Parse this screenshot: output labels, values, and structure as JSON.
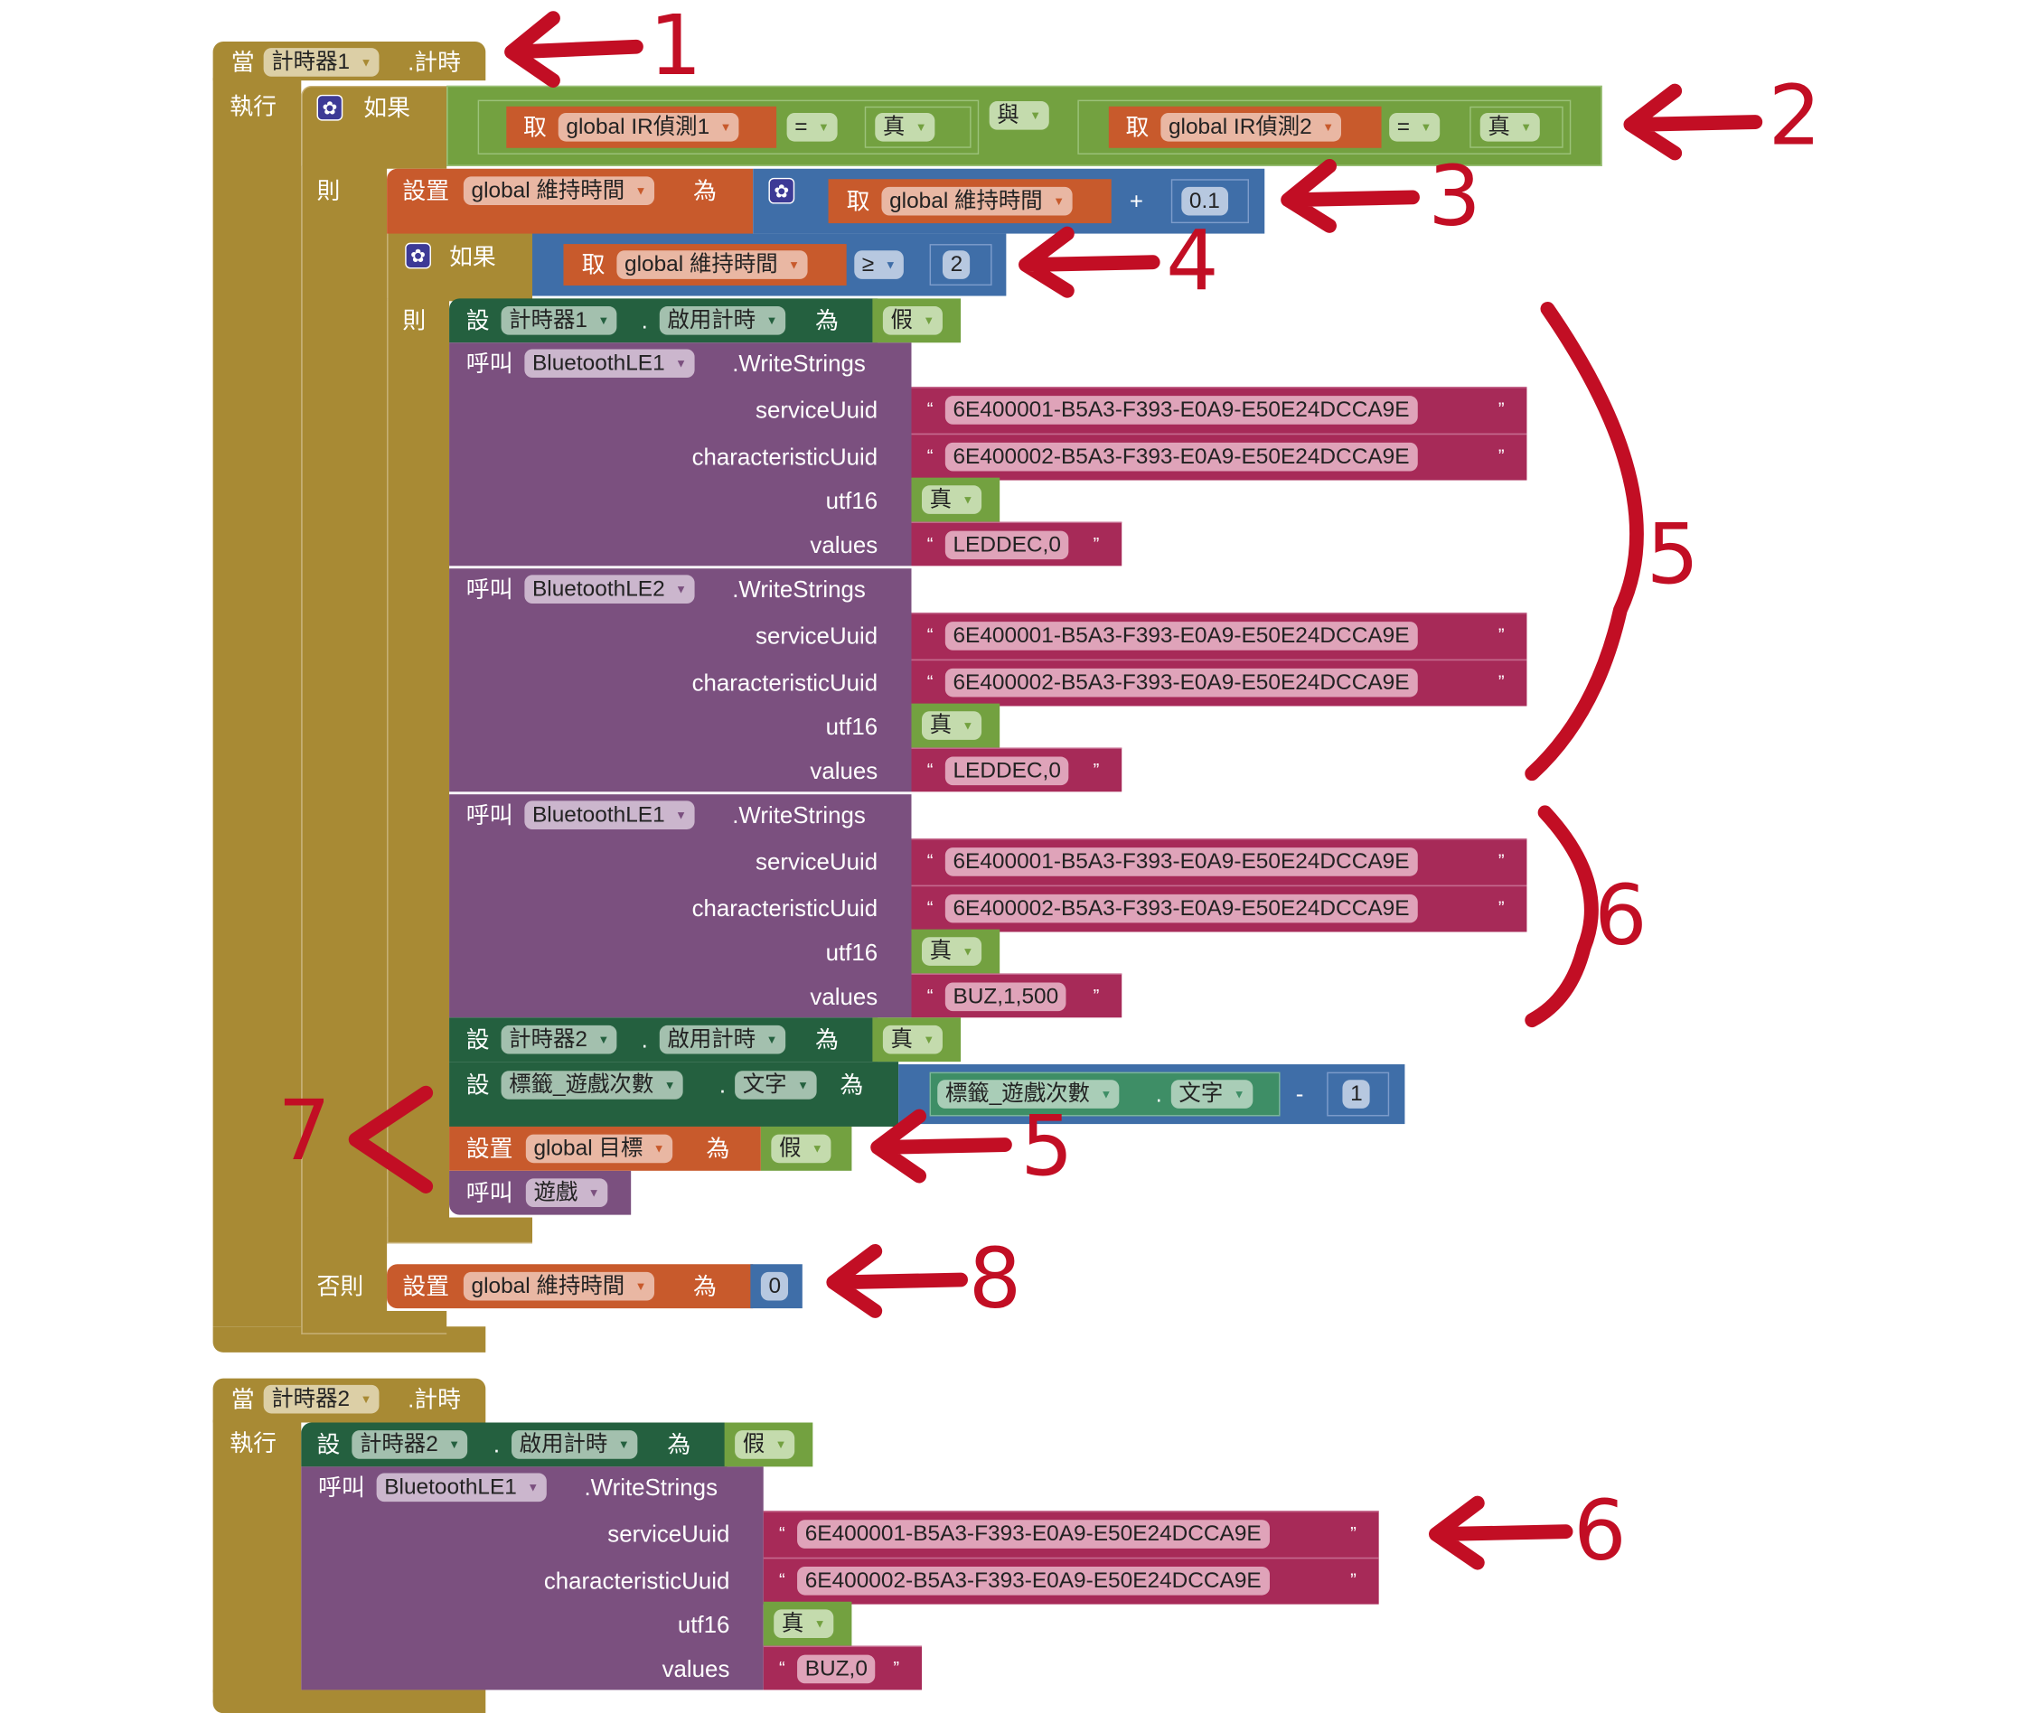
{
  "colors": {
    "event": "#A88A34",
    "variable": "#C85A2C",
    "logic": "#73A140",
    "math": "#3F6EA8",
    "component_setter": "#24603F",
    "component_getter": "#3E8E66",
    "procedure": "#7B507F",
    "text": "#A72A58",
    "annotation": "#C20E24"
  },
  "icons": {
    "gear": "gear-icon",
    "dropdown": "chevron-down-icon"
  },
  "event1": {
    "when": "當",
    "component": "計時器1",
    "event": ".計時",
    "do": "執行",
    "if1": {
      "if_label": "如果",
      "then_label": "則",
      "else_label": "否則",
      "cond_left": {
        "get": "取",
        "var": "global IR偵測1",
        "op": "=",
        "value": "真"
      },
      "and_op": "與",
      "cond_right": {
        "get": "取",
        "var": "global IR偵測2",
        "op": "=",
        "value": "真"
      },
      "set_time": {
        "set": "設置",
        "var": "global 維持時間",
        "to": "為",
        "get": "取",
        "get_var": "global 維持時間",
        "op": "+",
        "num": "0.1"
      },
      "if2": {
        "if_label": "如果",
        "then_label": "則",
        "cond": {
          "get": "取",
          "var": "global 維持時間",
          "op": "≥",
          "num": "2"
        },
        "set_timer1": {
          "set": "設",
          "component": "計時器1",
          "dot": ".",
          "prop": "啟用計時",
          "to": "為",
          "value": "假"
        },
        "calls": [
          {
            "call": "呼叫",
            "component": "BluetoothLE1",
            "method": ".WriteStrings",
            "args": [
              {
                "name": "serviceUuid",
                "value": "6E400001-B5A3-F393-E0A9-E50E24DCCA9E",
                "type": "text"
              },
              {
                "name": "characteristicUuid",
                "value": "6E400002-B5A3-F393-E0A9-E50E24DCCA9E",
                "type": "text"
              },
              {
                "name": "utf16",
                "value": "真",
                "type": "bool"
              },
              {
                "name": "values",
                "value": "LEDDEC,0",
                "type": "text"
              }
            ]
          },
          {
            "call": "呼叫",
            "component": "BluetoothLE2",
            "method": ".WriteStrings",
            "args": [
              {
                "name": "serviceUuid",
                "value": "6E400001-B5A3-F393-E0A9-E50E24DCCA9E",
                "type": "text"
              },
              {
                "name": "characteristicUuid",
                "value": "6E400002-B5A3-F393-E0A9-E50E24DCCA9E",
                "type": "text"
              },
              {
                "name": "utf16",
                "value": "真",
                "type": "bool"
              },
              {
                "name": "values",
                "value": "LEDDEC,0",
                "type": "text"
              }
            ]
          },
          {
            "call": "呼叫",
            "component": "BluetoothLE1",
            "method": ".WriteStrings",
            "args": [
              {
                "name": "serviceUuid",
                "value": "6E400001-B5A3-F393-E0A9-E50E24DCCA9E",
                "type": "text"
              },
              {
                "name": "characteristicUuid",
                "value": "6E400002-B5A3-F393-E0A9-E50E24DCCA9E",
                "type": "text"
              },
              {
                "name": "utf16",
                "value": "真",
                "type": "bool"
              },
              {
                "name": "values",
                "value": "BUZ,1,500",
                "type": "text"
              }
            ]
          }
        ],
        "set_timer2": {
          "set": "設",
          "component": "計時器2",
          "dot": ".",
          "prop": "啟用計時",
          "to": "為",
          "value": "真"
        },
        "set_label": {
          "set": "設",
          "component": "標籤_遊戲次數",
          "dot": ".",
          "prop": "文字",
          "to": "為",
          "get_component": "標籤_遊戲次數",
          "get_dot": ".",
          "get_prop": "文字",
          "op": "-",
          "num": "1"
        },
        "set_target": {
          "set": "設置",
          "var": "global 目標",
          "to": "為",
          "value": "假"
        },
        "call_game": {
          "call": "呼叫",
          "proc": "遊戲"
        }
      },
      "else_set": {
        "set": "設置",
        "var": "global 維持時間",
        "to": "為",
        "num": "0"
      }
    }
  },
  "event2": {
    "when": "當",
    "component": "計時器2",
    "event": ".計時",
    "do": "執行",
    "set_timer2": {
      "set": "設",
      "component": "計時器2",
      "dot": ".",
      "prop": "啟用計時",
      "to": "為",
      "value": "假"
    },
    "call": {
      "call": "呼叫",
      "component": "BluetoothLE1",
      "method": ".WriteStrings",
      "args": [
        {
          "name": "serviceUuid",
          "value": "6E400001-B5A3-F393-E0A9-E50E24DCCA9E",
          "type": "text"
        },
        {
          "name": "characteristicUuid",
          "value": "6E400002-B5A3-F393-E0A9-E50E24DCCA9E",
          "type": "text"
        },
        {
          "name": "utf16",
          "value": "真",
          "type": "bool"
        },
        {
          "name": "values",
          "value": "BUZ,0",
          "type": "text"
        }
      ]
    }
  },
  "annotations": [
    "1",
    "2",
    "3",
    "4",
    "5",
    "6",
    "7",
    "5",
    "8",
    "6"
  ],
  "quote_open": "“",
  "quote_close": "”",
  "dropdown_arrow": "▼",
  "gear_glyph": "✿"
}
